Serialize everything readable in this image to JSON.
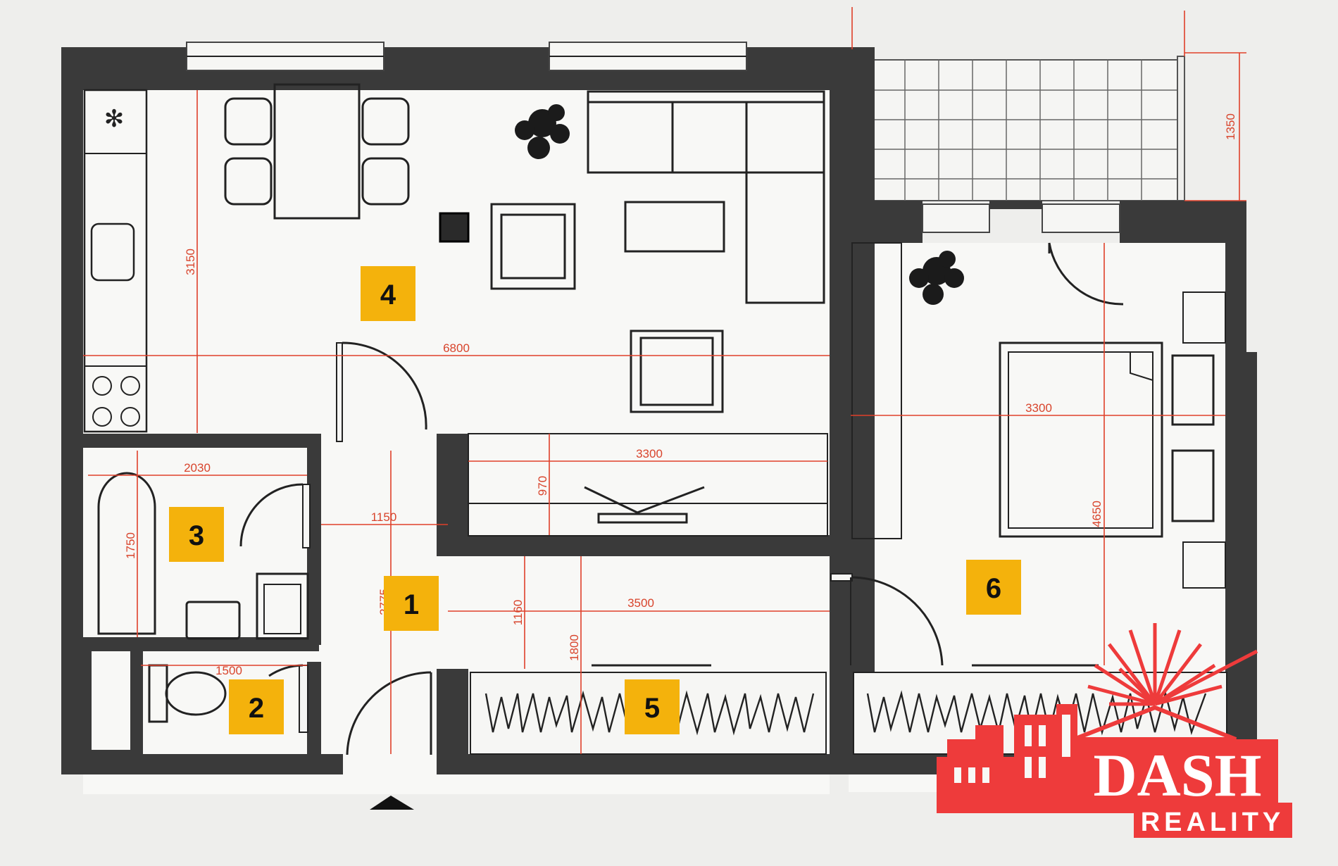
{
  "rooms": [
    "1",
    "2",
    "3",
    "4",
    "5",
    "6"
  ],
  "dimensions": {
    "living_width": "6800",
    "living_depth": "3150",
    "balcony_depth": "1350",
    "bedroom_width": "3300",
    "bedroom_depth": "4650",
    "bathroom_width": "2030",
    "bathroom_depth": "1750",
    "hall_width": "1150",
    "hall_depth": "2775",
    "storage_width": "3300",
    "storage_depth": "970",
    "corridor_width": "3500",
    "corridor_depth": "1160",
    "wardrobe_depth": "1800",
    "wc_width": "1500"
  },
  "logo": {
    "brand": "DASH",
    "subtitle": "REALITY",
    "color": "#ee3b3b"
  },
  "colors": {
    "wall": "#3a3a3a",
    "room_marker": "#f4b20c",
    "dimension": "#e0402a"
  }
}
